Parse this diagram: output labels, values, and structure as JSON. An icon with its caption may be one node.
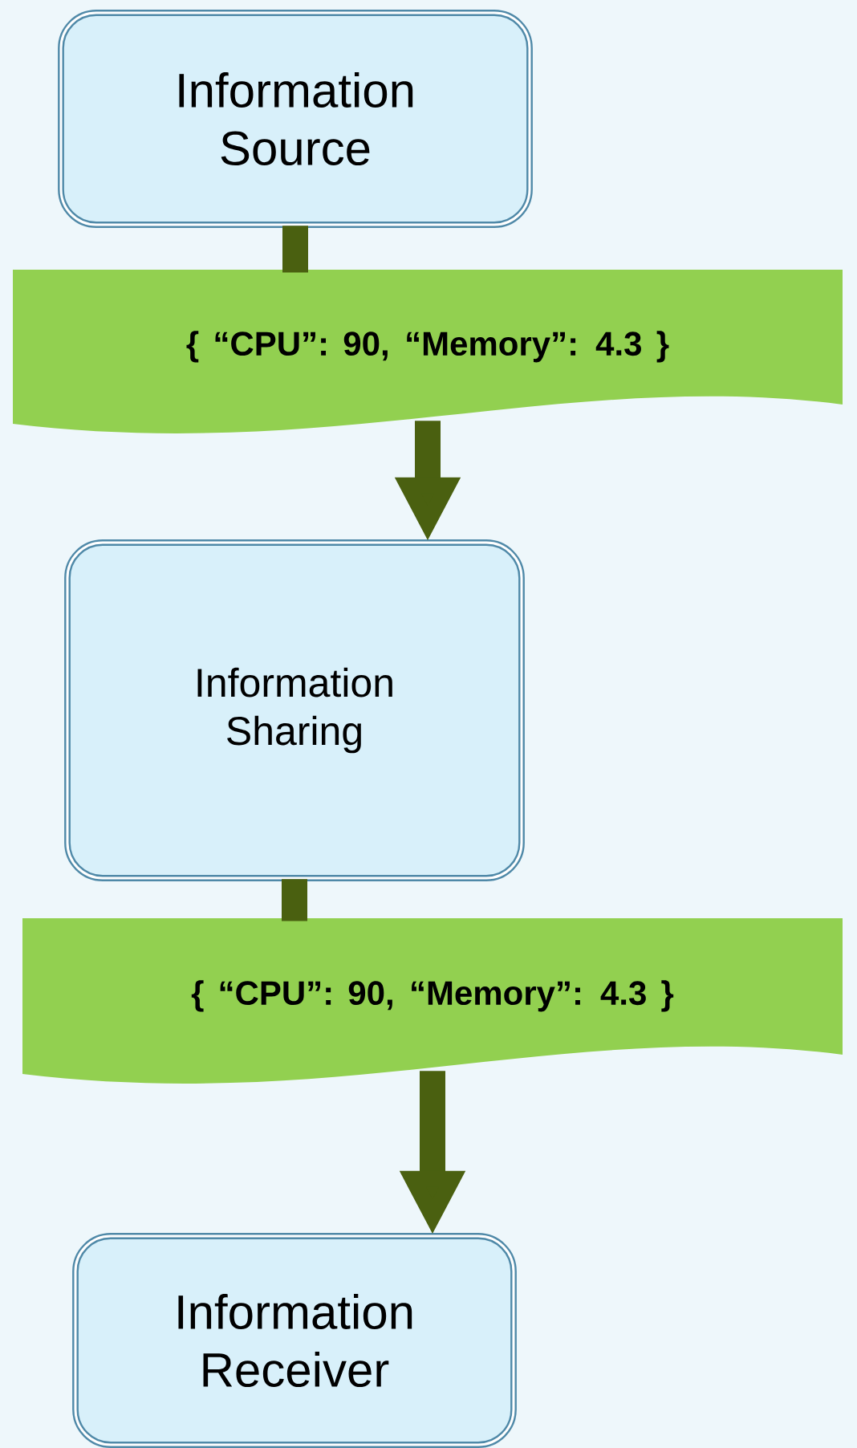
{
  "diagram": {
    "nodes": [
      {
        "text": [
          "Information Source"
        ]
      },
      {
        "text": [
          "{ “CPU”: 90, “Memory”: 4.3 }"
        ]
      },
      {
        "text": [
          "Information Sharing"
        ]
      },
      {
        "text": [
          "{ “CPU”: 90, “Memory”: 4.3 }"
        ]
      },
      {
        "text": [
          "Information Receiver"
        ]
      }
    ],
    "edges": [
      {
        "from": 0,
        "to": 1,
        "arrow": "none"
      },
      {
        "from": 1,
        "to": 2,
        "arrow": "to"
      },
      {
        "from": 2,
        "to": 3,
        "arrow": "none"
      },
      {
        "from": 3,
        "to": 4,
        "arrow": "to"
      }
    ]
  }
}
